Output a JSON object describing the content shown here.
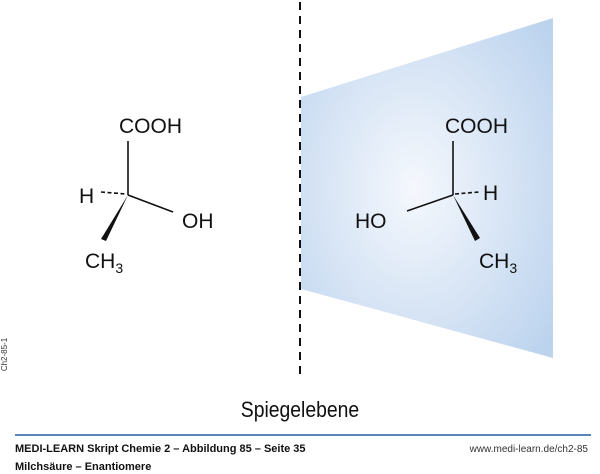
{
  "left_molecule": {
    "top": "COOH",
    "left": "H",
    "right": "OH",
    "bottom": "CH",
    "bottom_sub": "3"
  },
  "right_molecule": {
    "top": "COOH",
    "right": "H",
    "left": "HO",
    "bottom": "CH",
    "bottom_sub": "3"
  },
  "caption": "Spiegelebene",
  "side_label": "Ch2-85-1",
  "footer": {
    "title": "MEDI-LEARN Skript Chemie 2 – Abbildung 85 – Seite 35",
    "subtitle": "Milchsäure – Enantiomere",
    "url": "www.medi-learn.de/ch2-85"
  },
  "colors": {
    "mirror": "#c3d7ef",
    "rule": "#5b86bd"
  }
}
